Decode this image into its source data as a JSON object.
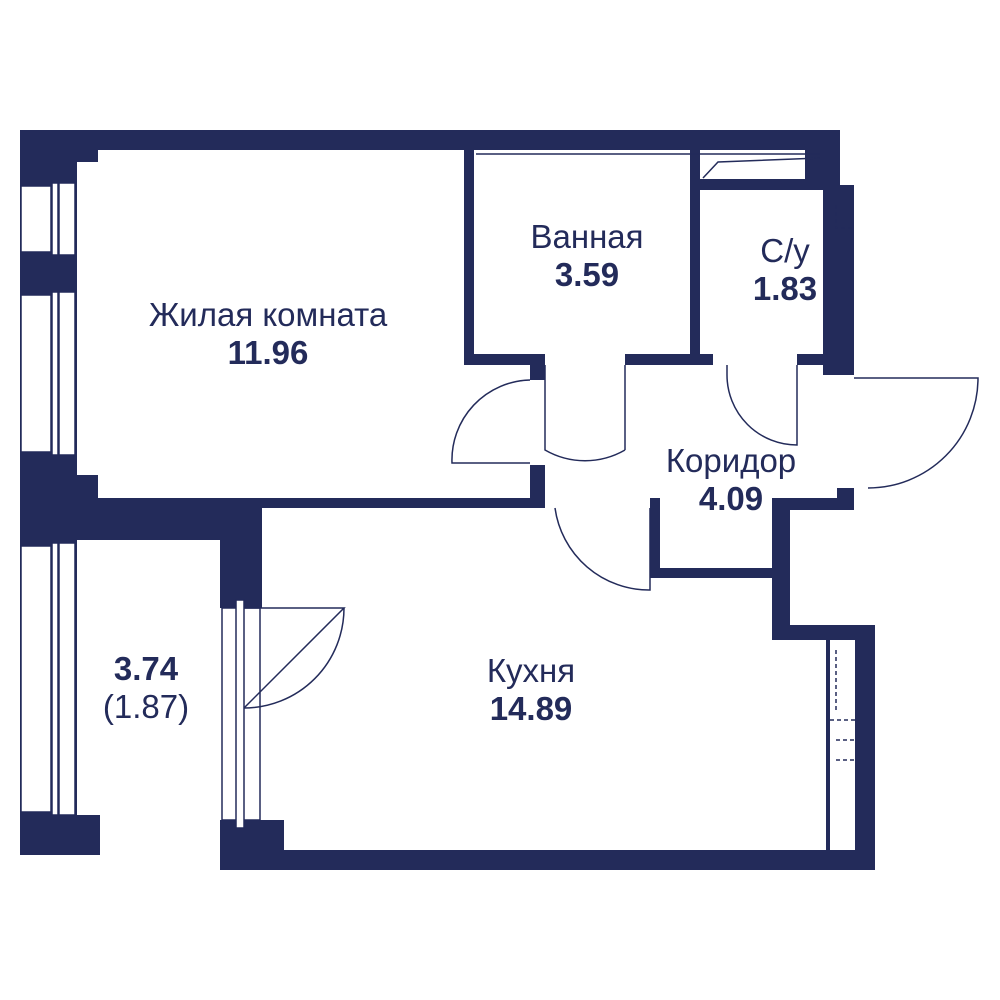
{
  "colors": {
    "wall": "#232b5a",
    "background": "#ffffff"
  },
  "rooms": {
    "living": {
      "name": "Жилая комната",
      "area": "11.96"
    },
    "bath": {
      "name": "Ванная",
      "area": "3.59"
    },
    "wc": {
      "name": "С/у",
      "area": "1.83"
    },
    "corridor": {
      "name": "Коридор",
      "area": "4.09"
    },
    "kitchen": {
      "name": "Кухня",
      "area": "14.89"
    },
    "balcony": {
      "area": "3.74",
      "reduced_area": "(1.87)"
    }
  }
}
